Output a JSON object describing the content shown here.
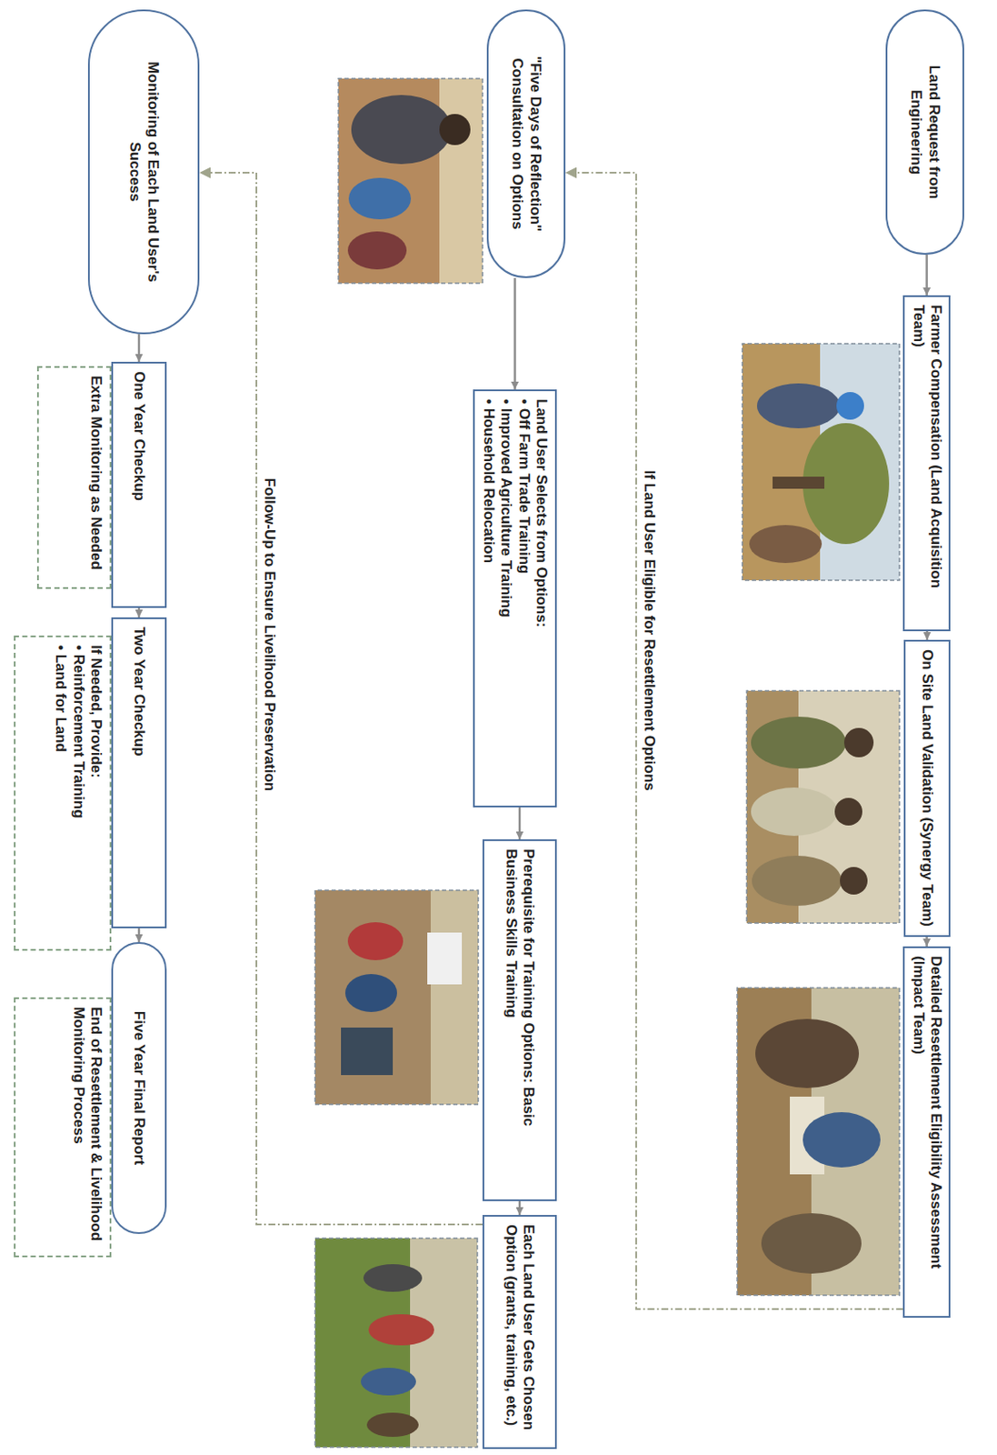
{
  "diagram": {
    "nodes": [
      {
        "text": [
          "Land Request from Engineering"
        ]
      },
      {
        "text": [
          "Farmer Compensation (Land Acquisition Team)"
        ]
      },
      {
        "text": [
          "On Site Land Validation (Synergy Team)"
        ]
      },
      {
        "text": [
          "Detailed Resettlement Eligibility Assessment (Impact Team)"
        ]
      },
      {
        "text": [
          "\"Five Days of Reflection\" Consultation on Options"
        ]
      },
      {
        "text": [
          "Land User Selects from Options:",
          "• Off Farm Trade Training",
          "• Improved Agriculture Training",
          "• Household Relocation"
        ]
      },
      {
        "text": [
          "Prerequisite for Training Options: Basic Business Skills Training"
        ]
      },
      {
        "text": [
          "Each Land User Gets Chosen Option (grants, training, etc.)"
        ]
      },
      {
        "text": [
          "Monitoring of Each Land User's Success"
        ]
      },
      {
        "text": [
          "One Year Checkup"
        ]
      },
      {
        "text": [
          "Extra Monitoring as Needed"
        ]
      },
      {
        "text": [
          "Two Year Checkup"
        ]
      },
      {
        "text": [
          "If Needed, Provide:",
          "• Reinforcement Training",
          "• Land for Land"
        ]
      },
      {
        "text": [
          "Five Year Final Report"
        ]
      },
      {
        "text": [
          "End of Resettlement & Livelihood Monitoring Process"
        ]
      }
    ],
    "edges": [
      {
        "from": 0,
        "to": 1,
        "arrow": "to"
      },
      {
        "from": 1,
        "to": 2,
        "arrow": "to"
      },
      {
        "from": 2,
        "to": 3,
        "arrow": "to"
      },
      {
        "from": 3,
        "to": 4,
        "label": "If Land User Eligible for Resettlement Options",
        "arrow": "to"
      },
      {
        "from": 4,
        "to": 5,
        "arrow": "to"
      },
      {
        "from": 5,
        "to": 6,
        "arrow": "to"
      },
      {
        "from": 6,
        "to": 7,
        "arrow": "to"
      },
      {
        "from": 7,
        "to": 8,
        "label": "Follow-Up to Ensure Livelihood Preservation",
        "arrow": "to"
      },
      {
        "from": 8,
        "to": 9,
        "arrow": "to"
      },
      {
        "from": 9,
        "to": 11,
        "arrow": "to"
      },
      {
        "from": 11,
        "to": 13,
        "arrow": "to"
      }
    ]
  }
}
